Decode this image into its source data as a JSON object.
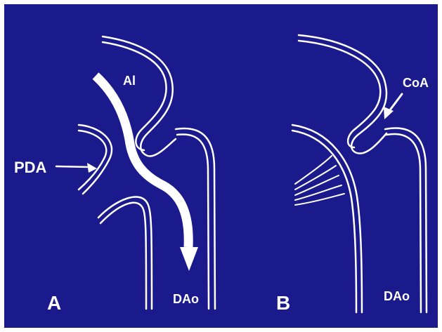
{
  "figure": {
    "background_color": "#1a1a8c",
    "line_color": "#ffffff",
    "panel_a": {
      "letter": "A",
      "vessel_label_top": "Al",
      "vessel_label_bottom": "DAo",
      "duct_label": "PDA"
    },
    "panel_b": {
      "letter": "B",
      "coarctation_label": "CoA",
      "vessel_label_bottom": "DAo"
    }
  }
}
